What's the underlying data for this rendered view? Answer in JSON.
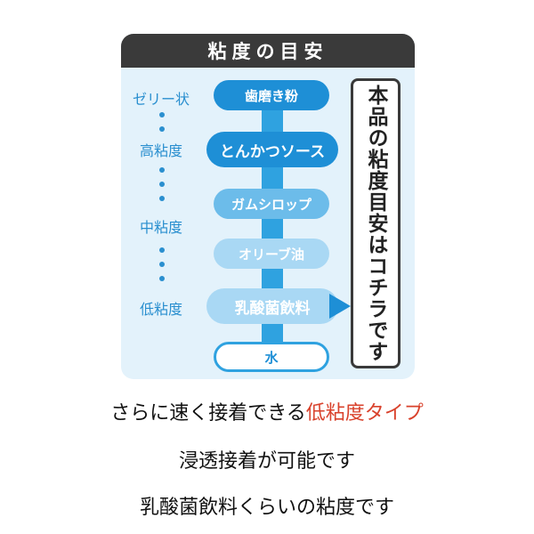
{
  "header": {
    "title": "粘度の目安"
  },
  "scale_labels": {
    "jelly": "ゼリー状",
    "high": "高粘度",
    "medium": "中粘度",
    "low": "低粘度"
  },
  "items": [
    {
      "label": "歯磨き粉"
    },
    {
      "label": "とんかつソース"
    },
    {
      "label": "ガムシロップ"
    },
    {
      "label": "オリーブ油"
    },
    {
      "label": "乳酸菌飲料"
    },
    {
      "label": "水"
    }
  ],
  "side_note": "本品の粘度目安はコチラです",
  "captions": {
    "line1_prefix": "さらに速く接着できる",
    "line1_accent": "低粘度タイプ",
    "line2": "浸透接着が可能です",
    "line3": "乳酸菌飲料くらいの粘度です"
  },
  "colors": {
    "header_bg": "#3a3a3a",
    "card_bg": "#e3f2fb",
    "brand_blue": "#1e8fd6",
    "accent_red": "#d9422c"
  }
}
